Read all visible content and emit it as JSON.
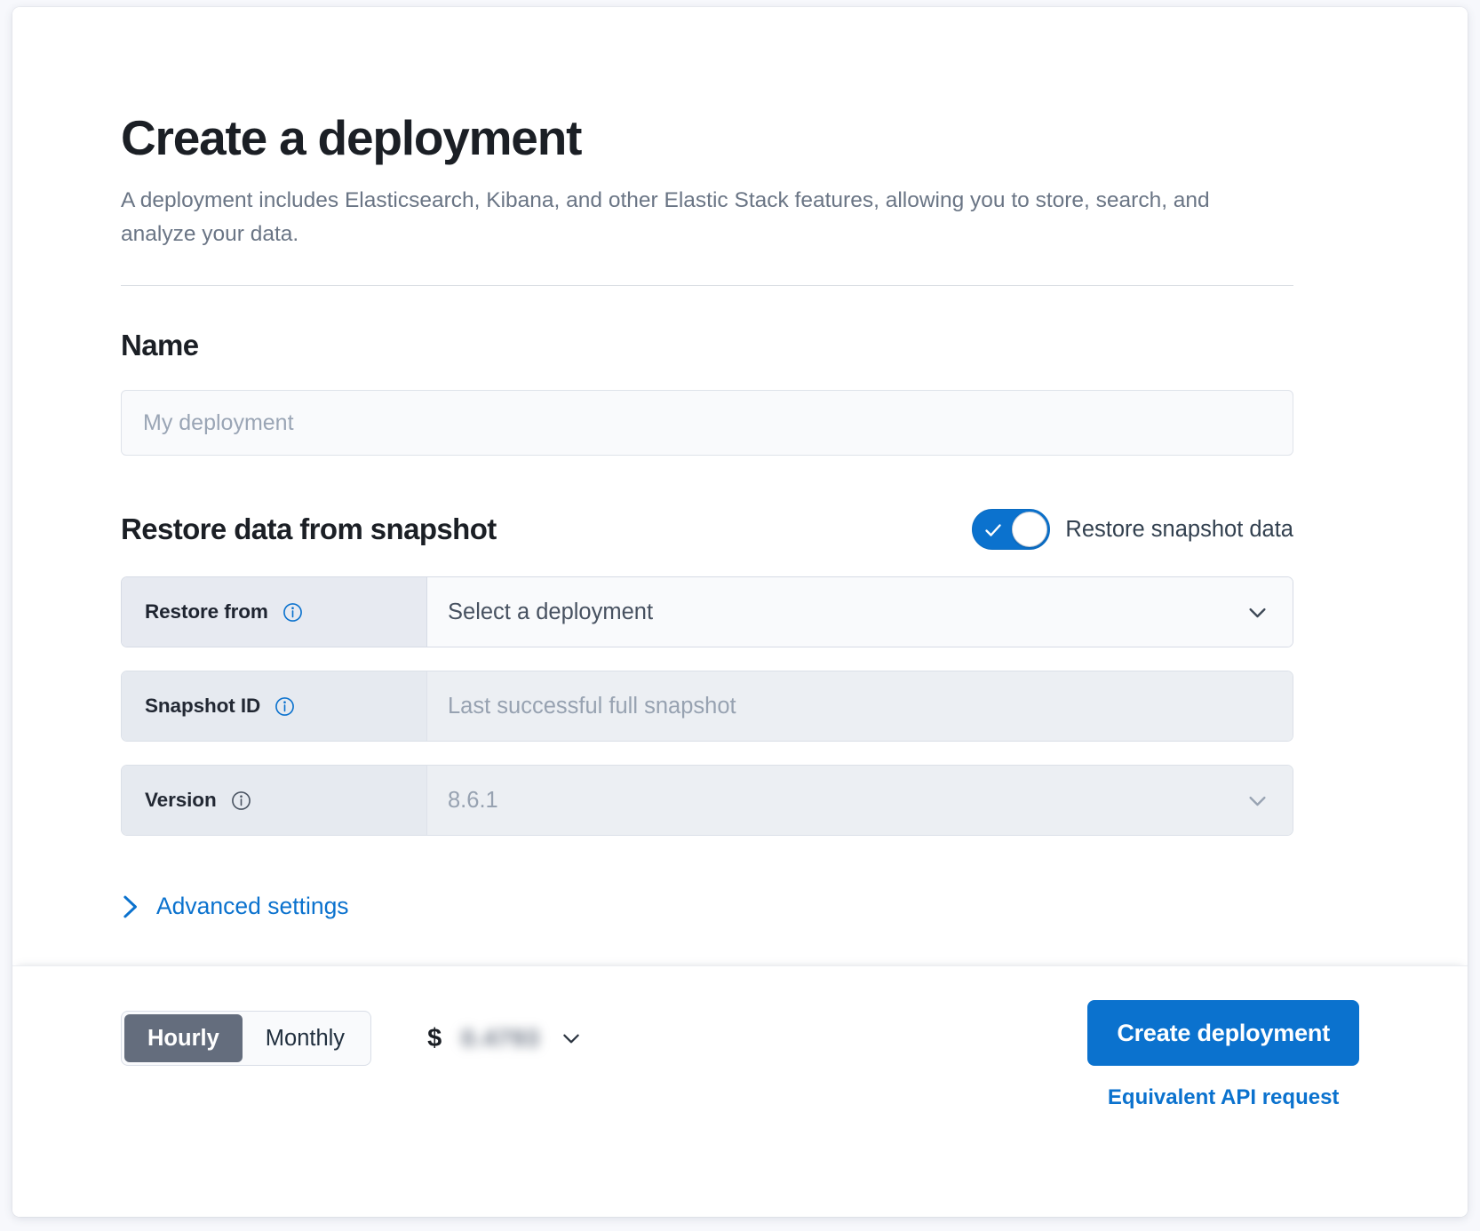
{
  "header": {
    "title": "Create a deployment",
    "subtitle": "A deployment includes Elasticsearch, Kibana, and other Elastic Stack features, allowing you to store, search, and analyze your data."
  },
  "name_section": {
    "heading": "Name",
    "input_value": "",
    "input_placeholder": "My deployment"
  },
  "restore_section": {
    "heading": "Restore data from snapshot",
    "toggle": {
      "label": "Restore snapshot data",
      "checked": true,
      "on_color": "#0b72ce"
    },
    "rows": [
      {
        "label": "Restore from",
        "value": "Select a deployment",
        "placeholder": "Select a deployment",
        "control": "select",
        "disabled": false,
        "info_icon": "info-icon",
        "chevron_icon": "chevron-down-icon"
      },
      {
        "label": "Snapshot ID",
        "value": "",
        "placeholder": "Last successful full snapshot",
        "control": "text",
        "disabled": true,
        "info_icon": "info-icon"
      },
      {
        "label": "Version",
        "value": "8.6.1",
        "placeholder": "8.6.1",
        "control": "select",
        "disabled": true,
        "info_icon": "info-icon",
        "chevron_icon": "chevron-down-icon"
      }
    ],
    "advanced_settings": {
      "label": "Advanced settings",
      "icon": "chevron-right-icon",
      "expanded": false
    }
  },
  "footer": {
    "billing_toggle": {
      "options": [
        "Hourly",
        "Monthly"
      ],
      "selected": "Hourly"
    },
    "price": {
      "currency_symbol": "$",
      "amount": "0.4793",
      "redacted": true,
      "chevron_icon": "chevron-down-icon"
    },
    "create_button": "Create deployment",
    "api_link": "Equivalent API request"
  },
  "colors": {
    "accent": "#0b72ce",
    "segment_active": "#646d7d",
    "label_bg": "#e7eaf1",
    "disabled_field_bg": "#eceff3"
  }
}
